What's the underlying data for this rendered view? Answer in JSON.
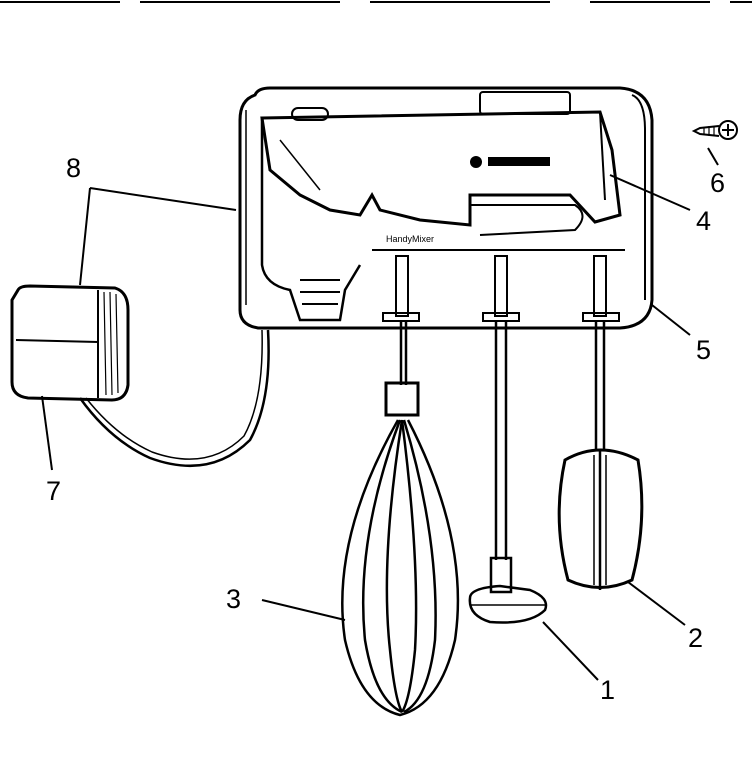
{
  "diagram": {
    "brand_label": "HandyMixer",
    "parts": [
      {
        "number": "1",
        "item": "stand-foot"
      },
      {
        "number": "2",
        "item": "beater"
      },
      {
        "number": "3",
        "item": "whisk"
      },
      {
        "number": "4",
        "item": "mixer-body"
      },
      {
        "number": "5",
        "item": "wall-bracket"
      },
      {
        "number": "6",
        "item": "screw"
      },
      {
        "number": "7",
        "item": "adapter"
      },
      {
        "number": "8",
        "item": "cord"
      }
    ]
  }
}
